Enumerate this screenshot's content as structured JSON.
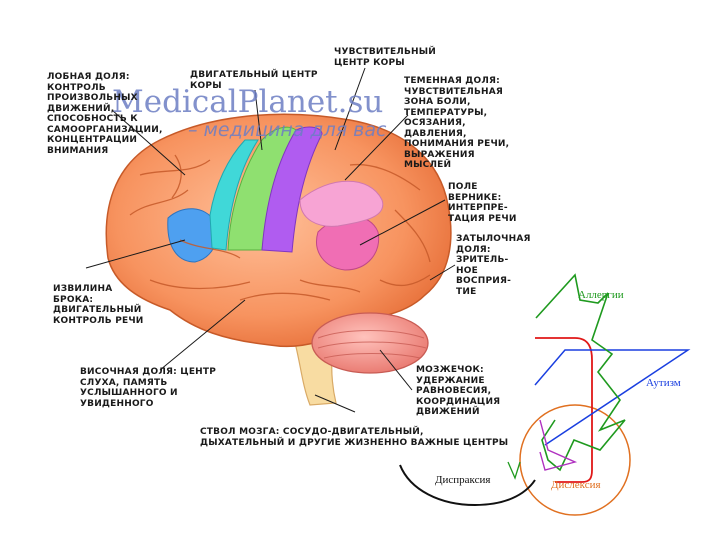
{
  "watermark": {
    "site": "MedicalPlanet.su",
    "tagline": "– медицина для вас"
  },
  "brain_labels": {
    "frontal": "ЛОБНАЯ ДОЛЯ:\nКОНТРОЛЬ\nПРОИЗВОЛЬНЫХ\nДВИЖЕНИЙ,\nСПОСОБНОСТЬ К\nСАМООРГАНИЗАЦИИ,\nКОНЦЕНТРАЦИИ\nВНИМАНИЯ",
    "motor": "ДВИГАТЕЛЬНЫЙ ЦЕНТР\nКОРЫ",
    "sensory": "ЧУВСТВИТЕЛЬНЫЙ\nЦЕНТР КОРЫ",
    "parietal": "ТЕМЕННАЯ ДОЛЯ:\nЧУВСТВИТЕЛЬНАЯ\nЗОНА БОЛИ,\nТЕМПЕРАТУРЫ,\nОСЯЗАНИЯ,\nДАВЛЕНИЯ,\nПОНИМАНИЯ РЕЧИ,\nВЫРАЖЕНИЯ\nМЫСЛЕЙ",
    "wernicke": "ПОЛЕ\nВЕРНИКЕ:\nИНТЕРПРЕ-\nТАЦИЯ РЕЧИ",
    "occipital": "ЗАТЫЛОЧНАЯ\nДОЛЯ:\nЗРИТЕЛЬ-\nНОЕ\nВОСПРИЯ-\nТИЕ",
    "broca": "ИЗВИЛИНА\nБРОКА:\nДВИГАТЕЛЬНЫЙ\nКОНТРОЛЬ РЕЧИ",
    "temporal": "ВИСОЧНАЯ ДОЛЯ: ЦЕНТР\nСЛУХА, ПАМЯТЬ\nУСЛЫШАННОГО И\nУВИДЕННОГО",
    "cerebellum": "МОЗЖЕЧОК:\nУДЕРЖАНИЕ\nРАВНОВЕСИЯ,\nКООРДИНАЦИЯ\nДВИЖЕНИЙ",
    "brainstem": "СТВОЛ МОЗГА: СОСУДО-ДВИГАТЕЛЬНЫЙ,\nДЫХАТЕЛЬНЫЙ И ДРУГИЕ ЖИЗНЕННО ВАЖНЫЕ ЦЕНТРЫ"
  },
  "disorders": {
    "allergy": "Аллергии",
    "autism": "Аутизм",
    "dyspraxia": "Диспраксия",
    "dyslexia": "Дислексия"
  },
  "colors": {
    "allergy": "#1f9a1f",
    "autism": "#1a3fe0",
    "dyspraxia": "#111111",
    "dyslexia": "#e07020",
    "red_path": "#e01818",
    "purple_path": "#b030c0"
  }
}
